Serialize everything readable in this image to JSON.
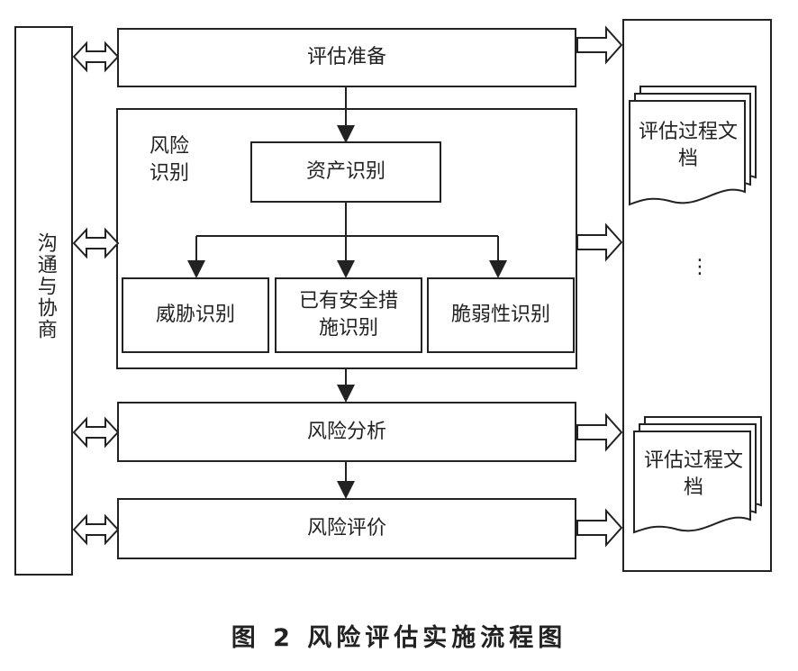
{
  "left_panel": {
    "label": "沟通与协商"
  },
  "flow": {
    "prepare": "评估准备",
    "risk_identification_group": "风险识别",
    "asset_identification": "资产识别",
    "threat_identification": "威胁识别",
    "existing_safeguard_identification": "已有安全措施识别",
    "vulnerability_identification": "脆弱性识别",
    "risk_analysis": "风险分析",
    "risk_evaluation": "风险评价"
  },
  "right_panel": {
    "documents": [
      {
        "label": "评估过程文档"
      },
      {
        "label": "评估过程文档"
      }
    ],
    "ellipsis": "⋮"
  },
  "caption": "图 2 风险评估实施流程图"
}
